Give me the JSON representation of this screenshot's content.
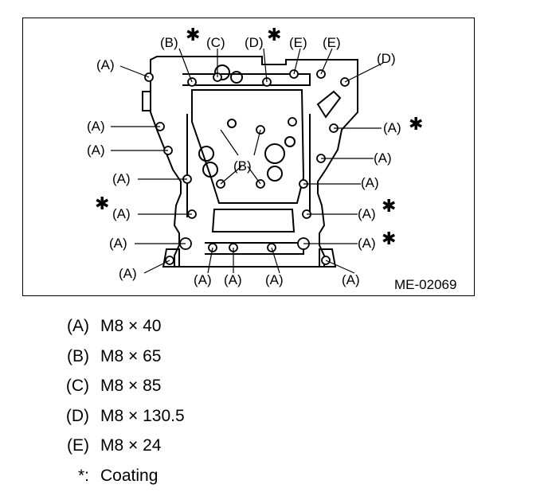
{
  "figure_id": "ME-02069",
  "coating_mark": "✱",
  "callouts": {
    "A": "(A)",
    "B": "(B)",
    "C": "(C)",
    "D": "(D)",
    "E": "(E)"
  },
  "legend": [
    {
      "key": "(A)",
      "value": "M8 × 40"
    },
    {
      "key": "(B)",
      "value": "M8 × 65"
    },
    {
      "key": "(C)",
      "value": "M8 × 85"
    },
    {
      "key": "(D)",
      "value": "M8 × 130.5"
    },
    {
      "key": "(E)",
      "value": "M8 × 24"
    },
    {
      "key": "*:",
      "value": "Coating"
    }
  ]
}
